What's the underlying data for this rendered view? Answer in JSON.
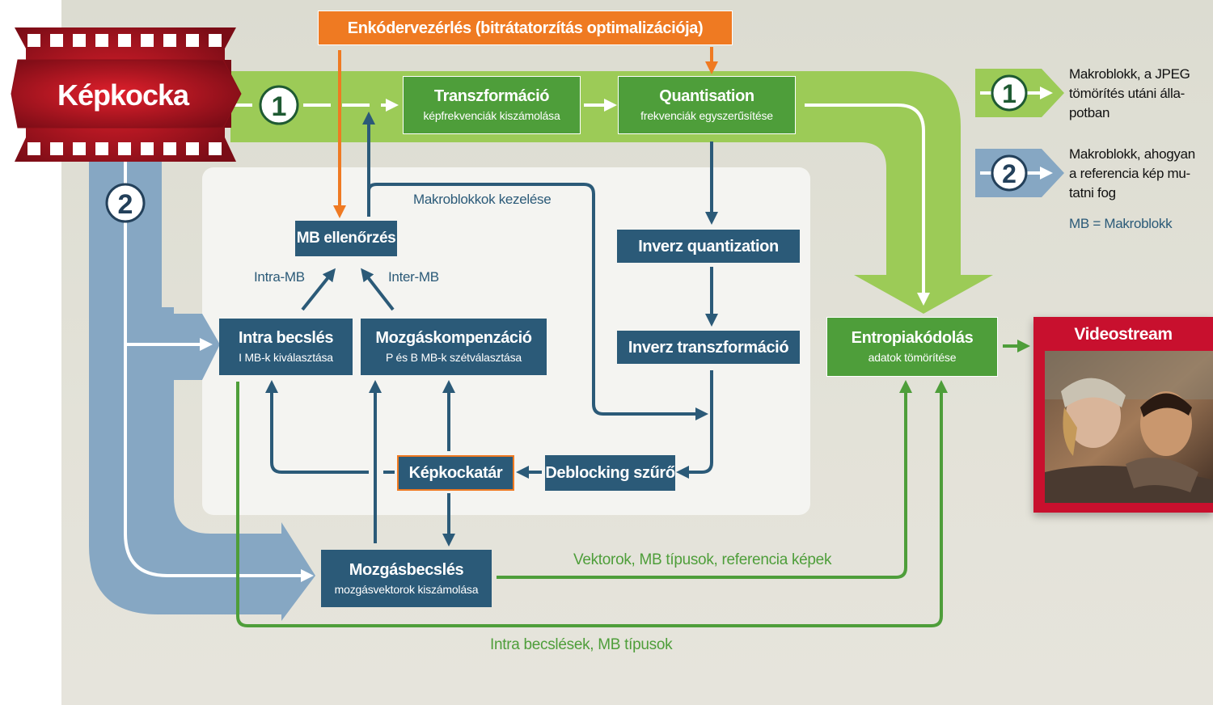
{
  "title_banner": "Képkocka",
  "encoder_control": "Enkódervezérlés (bitrátatorzítás optimalizációja)",
  "path_numbers": {
    "one": "1",
    "two": "2"
  },
  "blocks": {
    "transform": {
      "title": "Transzformáció",
      "subtitle": "képfrekvenciák kiszámolása"
    },
    "quantisation": {
      "title": "Quantisation",
      "subtitle": "frekvenciák egyszerűsítése"
    },
    "mb_check": {
      "title": "MB ellenőrzés"
    },
    "inverse_quantization": {
      "title": "Inverz quantization"
    },
    "inverse_transform": {
      "title": "Inverz transzformáció"
    },
    "intra_estimation": {
      "title": "Intra becslés",
      "subtitle": "I MB-k kiválasztása"
    },
    "motion_compensation": {
      "title": "Mozgáskompenzáció",
      "subtitle": "P és B MB-k szétválasztása"
    },
    "frame_store": {
      "title": "Képkockatár"
    },
    "deblocking": {
      "title": "Deblocking szűrő"
    },
    "motion_estimation": {
      "title": "Mozgásbecslés",
      "subtitle": "mozgásvektorok kiszámolása"
    },
    "entropy": {
      "title": "Entropiakódolás",
      "subtitle": "adatok tömörítése"
    }
  },
  "labels": {
    "macroblock_handling": "Makroblokkok kezelése",
    "intra_mb": "Intra-MB",
    "inter_mb": "Inter-MB",
    "vectors": "Vektorok, MB típusok, referencia képek",
    "intra_estimates": "Intra becslések, MB típusok"
  },
  "legend": {
    "item1": [
      "Makroblokk, a JPEG",
      "tömörítés utáni álla-",
      "potban"
    ],
    "item2": [
      "Makroblokk, ahogyan",
      "a referencia kép mu-",
      "tatni fog"
    ],
    "mb_note": "MB = Makroblokk"
  },
  "output": {
    "title": "Videostream"
  },
  "colors": {
    "green_flow": "#9ccb57",
    "blue_flow": "#86a7c3",
    "navy": "#2b5a78",
    "green_box": "#4e9e3a",
    "orange": "#ef7a22",
    "red": "#c8102e"
  }
}
